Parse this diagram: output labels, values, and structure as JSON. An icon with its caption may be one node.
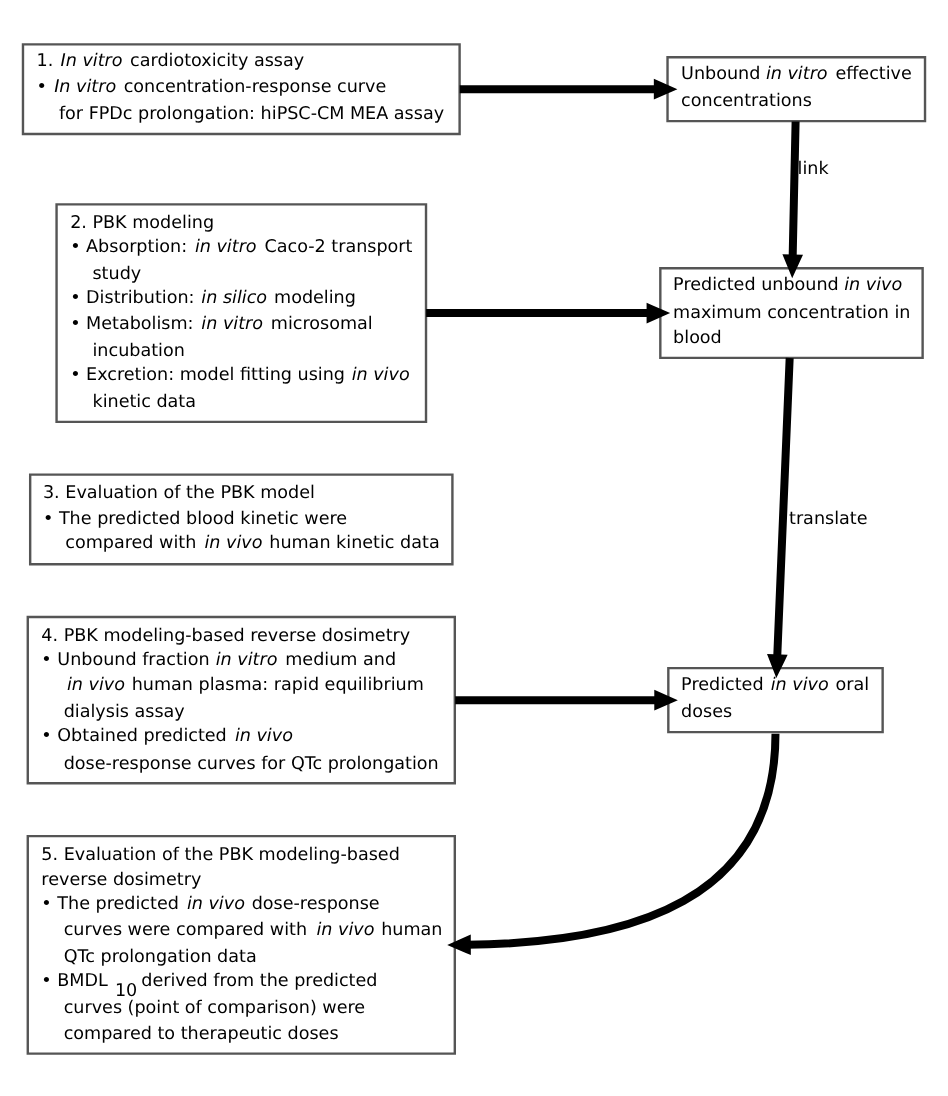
{
  "diagram": {
    "nodes": [
      {
        "text": [
          "1. *In vitro* cardiotoxicity assay",
          "• *In vitro* concentration-response curve for FPDc prolongation: hiPSC-CM MEA assay"
        ]
      },
      {
        "text": [
          "Unbound *in vitro* effective concentrations"
        ]
      },
      {
        "text": [
          "2. PBK modeling",
          "• Absorption: *in vitro* Caco-2 transport study",
          "• Distribution: *in silico* modeling",
          "• Metabolism: *in vitro* microsomal incubation",
          "• Excretion: model fitting using *in vivo* kinetic data"
        ]
      },
      {
        "text": [
          "Predicted unbound *in vivo* maximum concentration in blood"
        ]
      },
      {
        "text": [
          "3. Evaluation of the PBK model",
          "• The predicted blood kinetic were compared with *in vivo* human kinetic data"
        ]
      },
      {
        "text": [
          "4. PBK modeling-based reverse dosimetry",
          "• Unbound fraction *in vitro* medium and *in vivo* human plasma: rapid equilibrium dialysis assay",
          "• Obtained predicted *in vivo* dose-response curves for QTc prolongation"
        ]
      },
      {
        "text": [
          "Predicted *in vivo* oral doses"
        ]
      },
      {
        "text": [
          "5. Evaluation of the PBK modeling-based reverse dosimetry",
          "• The predicted *in vivo* dose-response curves were compared with *in vivo* human QTc prolongation data",
          "• BMDL $_{10}$ derived from the predicted curves (point of comparison) were compared to therapeutic doses"
        ]
      }
    ],
    "edges": [
      {
        "from": 0,
        "to": 1,
        "arrow": "to"
      },
      {
        "from": 1,
        "to": 3,
        "arrow": "to",
        "label": "link"
      },
      {
        "from": 2,
        "to": 3,
        "arrow": "to"
      },
      {
        "from": 3,
        "to": 6,
        "arrow": "to",
        "label": "translate"
      },
      {
        "from": 5,
        "to": 6,
        "arrow": "to"
      },
      {
        "from": 6,
        "to": 7,
        "arrow": "to"
      }
    ]
  }
}
